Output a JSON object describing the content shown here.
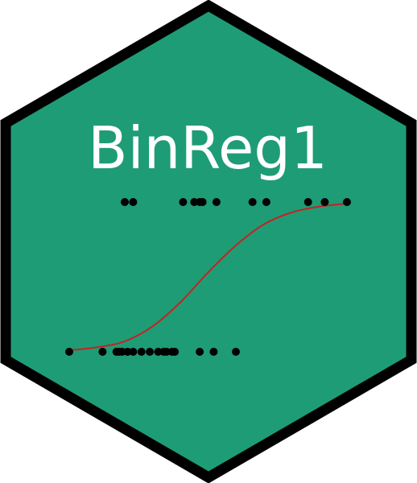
{
  "logo": {
    "title": "BinReg1",
    "colors": {
      "fill": "#1e9c76",
      "border": "#000000",
      "text": "#ffffff",
      "curve": "#c62222",
      "points": "#000000"
    }
  },
  "chart_data": {
    "type": "scatter",
    "title": "",
    "xlabel": "",
    "ylabel": "",
    "xlim": [
      0,
      100
    ],
    "ylim": [
      0,
      1
    ],
    "grid": false,
    "legend": "none",
    "outcome_1_x": [
      20,
      23,
      41,
      45,
      47,
      48,
      53,
      66,
      71,
      86,
      92,
      100
    ],
    "outcome_0_x": [
      0,
      12,
      17,
      18,
      19,
      21,
      23,
      26,
      29,
      32,
      34,
      35,
      37,
      38,
      47,
      52,
      60
    ],
    "fit_curve": {
      "x": [
        0,
        10,
        20,
        30,
        40,
        50,
        60,
        70,
        80,
        90,
        100
      ],
      "y": [
        0.01,
        0.03,
        0.07,
        0.17,
        0.33,
        0.53,
        0.71,
        0.85,
        0.93,
        0.97,
        0.99
      ]
    }
  }
}
